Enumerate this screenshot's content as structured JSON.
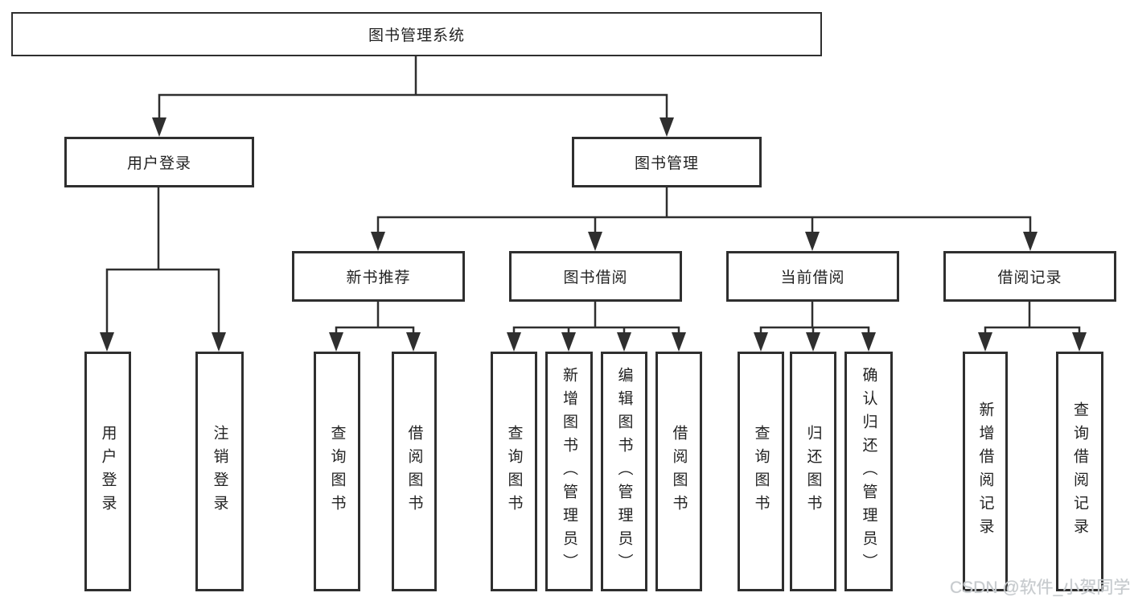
{
  "root": {
    "label": "图书管理系统"
  },
  "level2": [
    {
      "id": "user-login",
      "label": "用户登录"
    },
    {
      "id": "book-manage",
      "label": "图书管理"
    }
  ],
  "level3": [
    {
      "id": "new-book-recommend",
      "label": "新书推荐"
    },
    {
      "id": "book-borrow",
      "label": "图书借阅"
    },
    {
      "id": "current-borrow",
      "label": "当前借阅"
    },
    {
      "id": "borrow-record",
      "label": "借阅记录"
    }
  ],
  "leaves": [
    {
      "group": "user-login",
      "label": "用户登录"
    },
    {
      "group": "user-login",
      "label": "注销登录"
    },
    {
      "group": "new-book-recommend",
      "label": "查询图书"
    },
    {
      "group": "new-book-recommend",
      "label": "借阅图书"
    },
    {
      "group": "book-borrow",
      "label": "查询图书"
    },
    {
      "group": "book-borrow",
      "label": "新增图书（管理员）"
    },
    {
      "group": "book-borrow",
      "label": "编辑图书（管理员）"
    },
    {
      "group": "book-borrow",
      "label": "借阅图书"
    },
    {
      "group": "current-borrow",
      "label": "查询图书"
    },
    {
      "group": "current-borrow",
      "label": "归还图书"
    },
    {
      "group": "current-borrow",
      "label": "确认归还（管理员）"
    },
    {
      "group": "borrow-record",
      "label": "新增借阅记录"
    },
    {
      "group": "borrow-record",
      "label": "查询借阅记录"
    }
  ],
  "watermark": "CSDN @软件_小贺同学",
  "colors": {
    "line": "#2f2f2f",
    "box_border": "#2f2f2f",
    "box_fill": "#ffffff",
    "text": "#232323",
    "watermark": "#c6cacd"
  }
}
